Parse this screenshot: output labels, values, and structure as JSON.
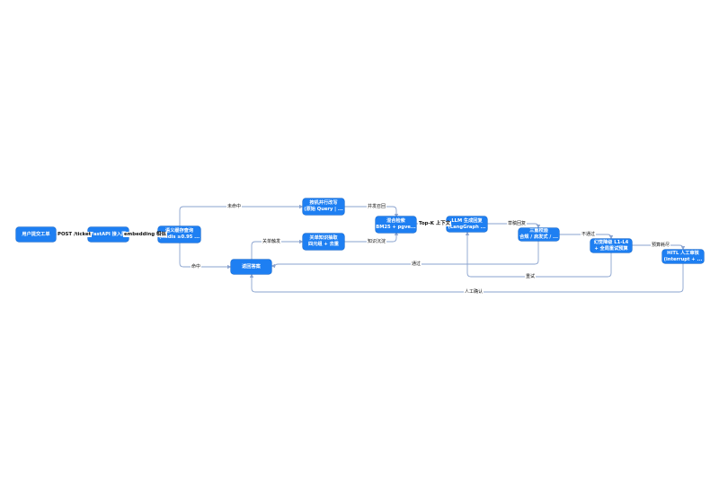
{
  "nodes": {
    "submit": {
      "line1": "用户提交工单"
    },
    "fastapi": {
      "line1": "FastAPI 接入层"
    },
    "semcache": {
      "line1": "语义缓存查询",
      "line2": "(Redis ≥0.95 ..."
    },
    "rewrite": {
      "line1": "按机并行改写",
      "line2": "(原始 Query | ..."
    },
    "kgextract": {
      "line1": "关单知识抽取",
      "line2": "四元组 + 去重"
    },
    "return": {
      "line1": "返回答案"
    },
    "hybrid": {
      "line1": "混合检索",
      "line2": "BM25 + pgve..."
    },
    "llm": {
      "line1": "LLM 生成回复",
      "line2": "(LangGraph ..."
    },
    "review3": {
      "line1": "三重校验",
      "line2": "合规 / 启发式 / ..."
    },
    "halluc": {
      "line1": "幻觉降级 L1-L4",
      "line2": "+ 全局重试预算"
    },
    "hitl": {
      "line1": "HITL 人工审核",
      "line2": "(interrupt + ..."
    }
  },
  "edges": {
    "post_ticket": "POST /ticket",
    "embedding": "embedding 相似",
    "miss": "未命中",
    "hit": "命中",
    "parallel_recall": "并发召回",
    "close_trigger": "关单触发",
    "knowledge_precip": "知识沉淀",
    "topk": "Top-K 上下文",
    "draft": "草稿回复",
    "not_pass": "不通过",
    "pass": "通过",
    "retry": "重试",
    "budget_exhausted": "预算耗尽",
    "human_confirm": "人工确认"
  }
}
